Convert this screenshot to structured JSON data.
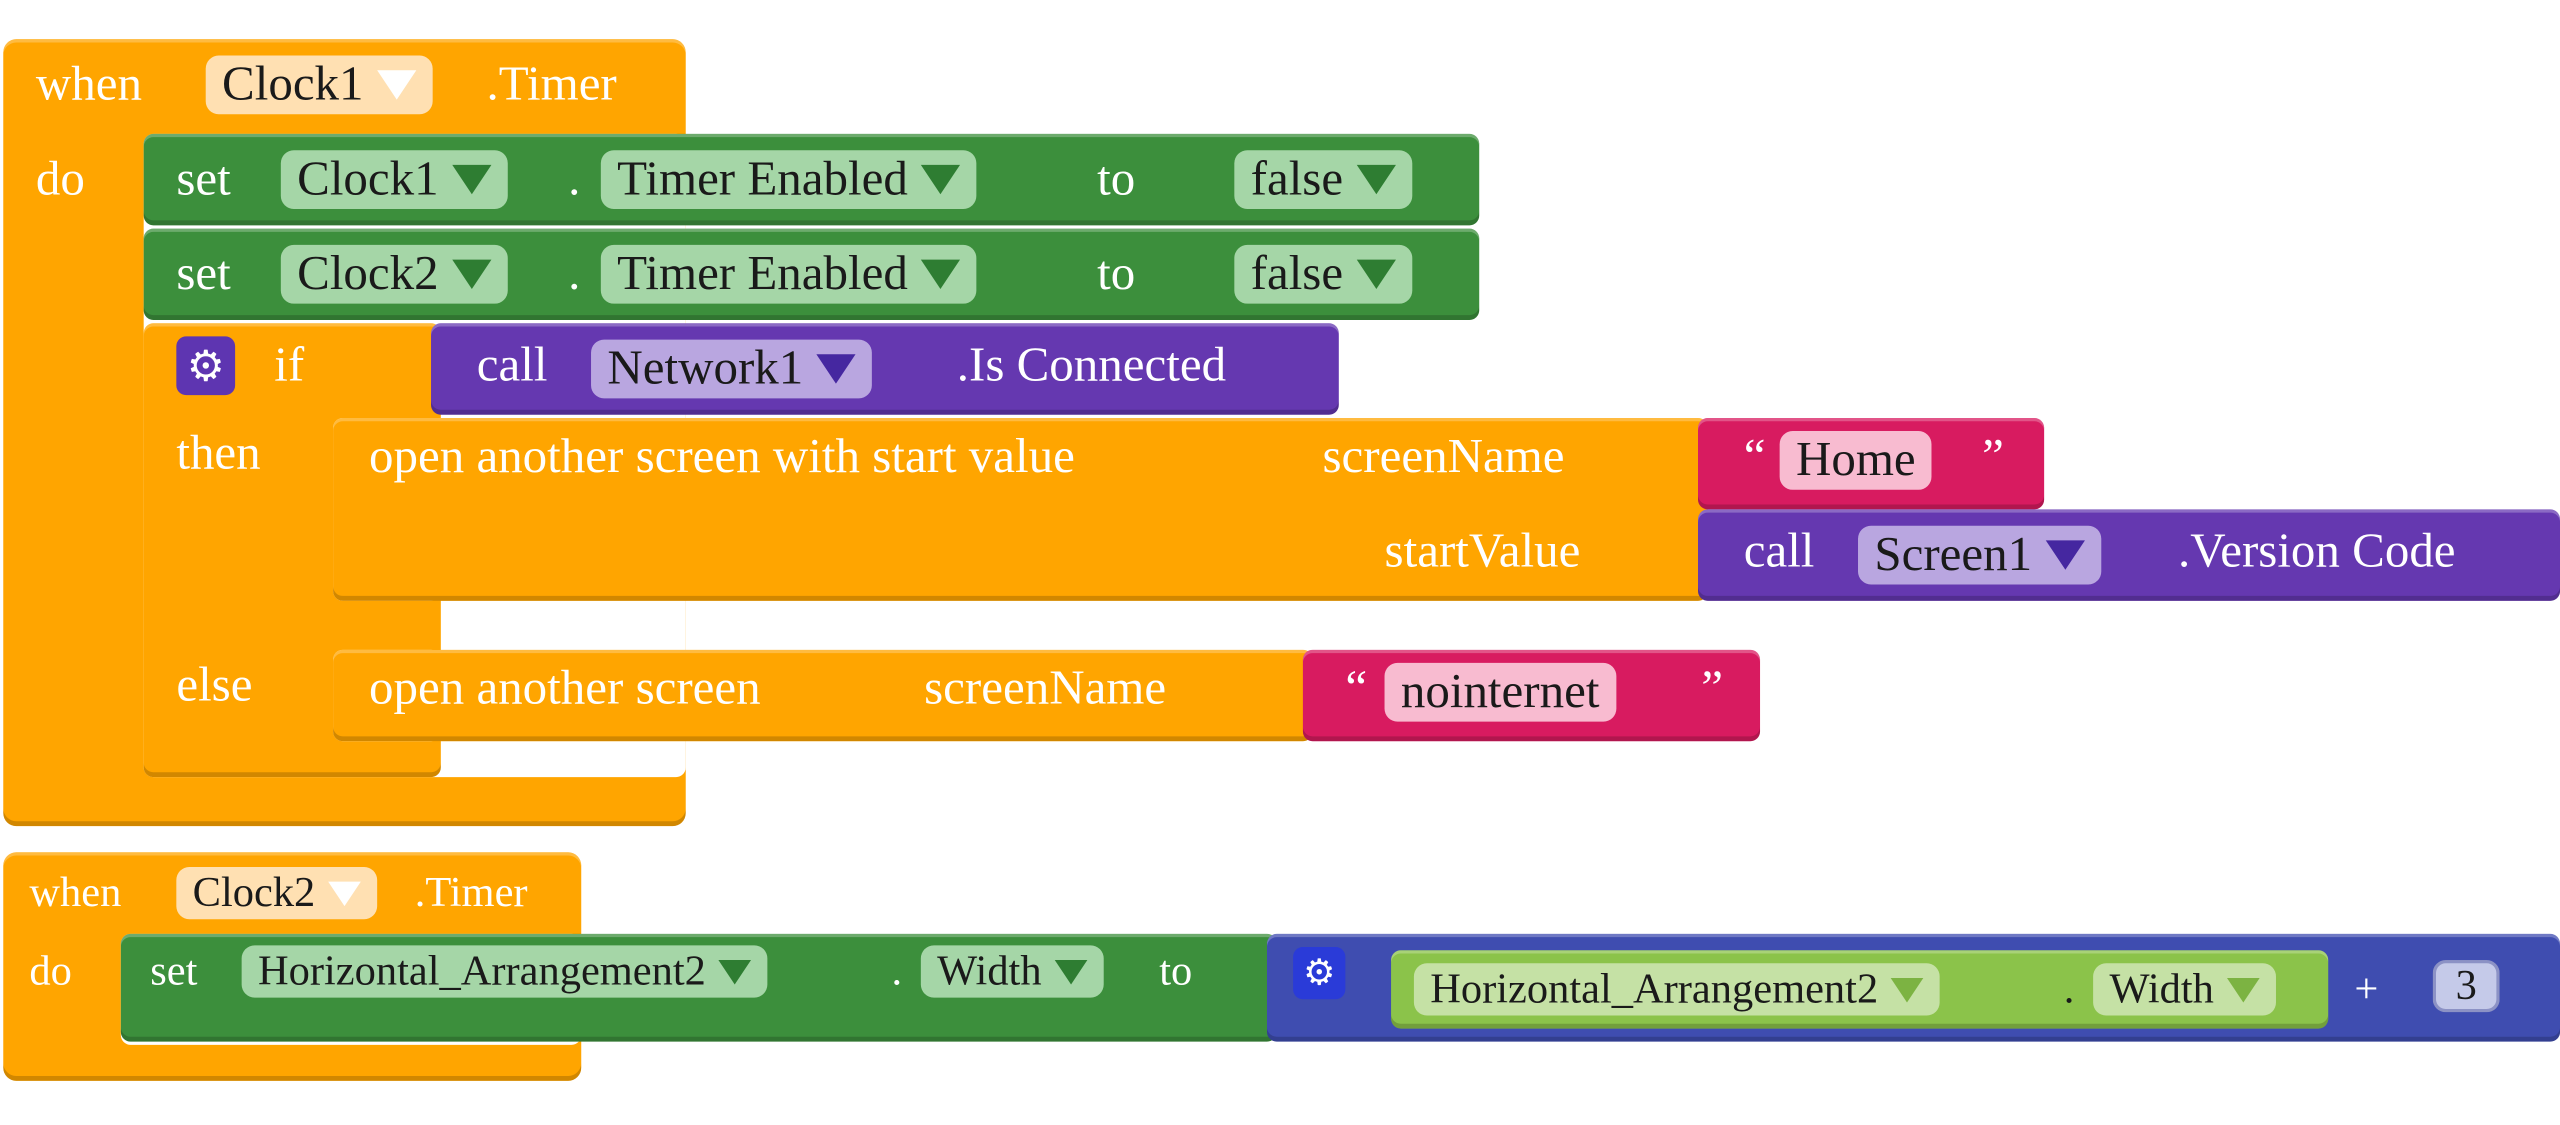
{
  "event1": {
    "when": "when",
    "component": "Clock1",
    "event": ".Timer",
    "do": "do",
    "set1": {
      "set": "set",
      "component": "Clock1",
      "dot": ".",
      "property": "Timer Enabled",
      "to": "to",
      "value": "false"
    },
    "set2": {
      "set": "set",
      "component": "Clock2",
      "dot": ".",
      "property": "Timer Enabled",
      "to": "to",
      "value": "false"
    },
    "if_block": {
      "if": "if",
      "call": "call",
      "component": "Network1",
      "method": ".Is Connected",
      "then": "then",
      "else": "else"
    },
    "open_with_value": {
      "label": "open another screen with start value",
      "screenName_label": "screenName",
      "screenName_value": "Home",
      "startValue_label": "startValue",
      "call": "call",
      "component": "Screen1",
      "method": ".Version Code"
    },
    "open_screen": {
      "label": "open another screen",
      "screenName_label": "screenName",
      "screenName_value": "nointernet"
    },
    "quote_open": "“",
    "quote_close": "”"
  },
  "event2": {
    "when": "when",
    "component": "Clock2",
    "event": ".Timer",
    "do": "do",
    "set": {
      "set": "set",
      "component": "Horizontal_Arrangement2",
      "dot": ".",
      "property": "Width",
      "to": "to"
    },
    "getter": {
      "component": "Horizontal_Arrangement2",
      "dot": ".",
      "property": "Width"
    },
    "plus": "+",
    "number": "3"
  },
  "icons": {
    "mutator": "gear-icon",
    "dropdown": "dropdown-caret-icon"
  },
  "colors": {
    "control": "#FFA500",
    "setter": "#3C8F3C",
    "call": "#6538B0",
    "text": "#D81B60",
    "math": "#3F4DB0",
    "getter": "#8BC34A"
  }
}
